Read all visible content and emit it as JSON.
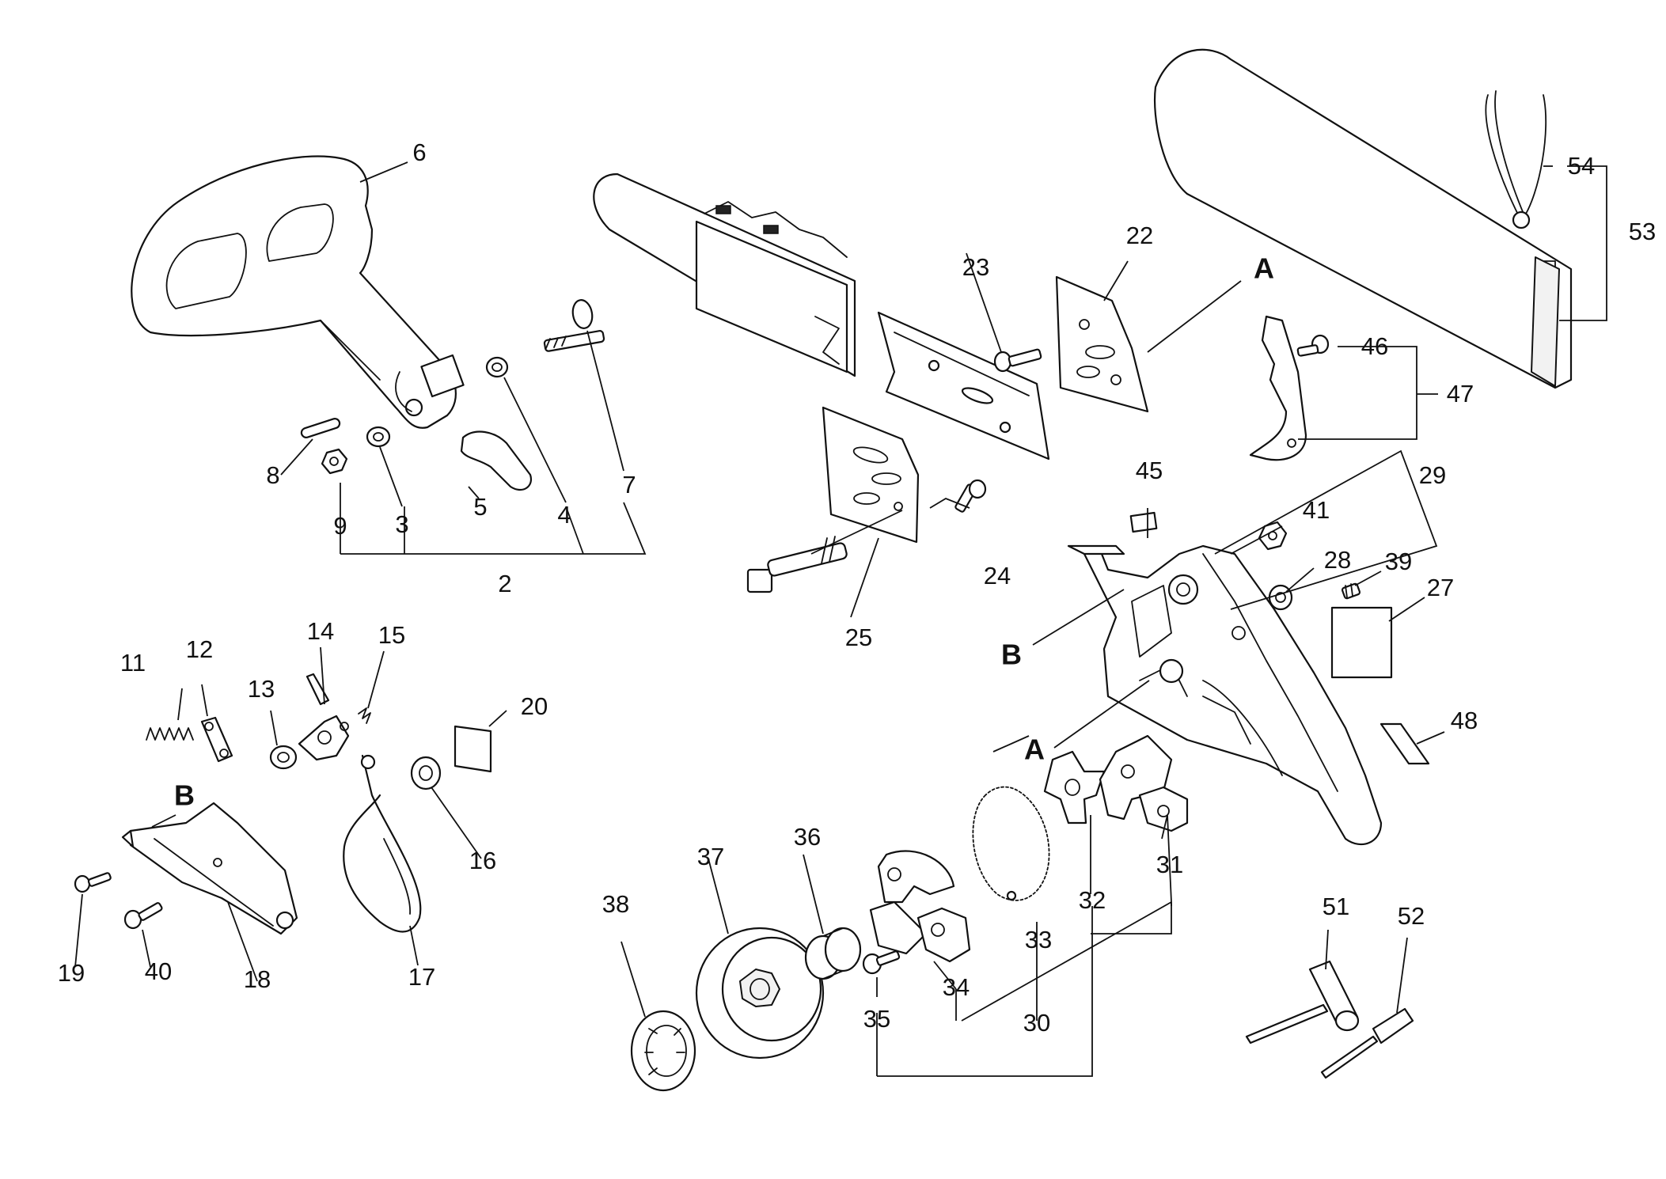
{
  "parts": [
    {
      "id": "p2",
      "label": "2"
    },
    {
      "id": "p3",
      "label": "3"
    },
    {
      "id": "p4",
      "label": "4"
    },
    {
      "id": "p5",
      "label": "5"
    },
    {
      "id": "p6",
      "label": "6"
    },
    {
      "id": "p7",
      "label": "7"
    },
    {
      "id": "p8",
      "label": "8"
    },
    {
      "id": "p9",
      "label": "9"
    },
    {
      "id": "p11",
      "label": "11"
    },
    {
      "id": "p12",
      "label": "12"
    },
    {
      "id": "p13",
      "label": "13"
    },
    {
      "id": "p14",
      "label": "14"
    },
    {
      "id": "p15",
      "label": "15"
    },
    {
      "id": "p16",
      "label": "16"
    },
    {
      "id": "p17",
      "label": "17"
    },
    {
      "id": "p18",
      "label": "18"
    },
    {
      "id": "p19",
      "label": "19"
    },
    {
      "id": "p20",
      "label": "20"
    },
    {
      "id": "p22",
      "label": "22"
    },
    {
      "id": "p23",
      "label": "23"
    },
    {
      "id": "p24",
      "label": "24"
    },
    {
      "id": "p25",
      "label": "25"
    },
    {
      "id": "p27",
      "label": "27"
    },
    {
      "id": "p28",
      "label": "28"
    },
    {
      "id": "p29",
      "label": "29"
    },
    {
      "id": "p30",
      "label": "30"
    },
    {
      "id": "p31",
      "label": "31"
    },
    {
      "id": "p32",
      "label": "32"
    },
    {
      "id": "p33",
      "label": "33"
    },
    {
      "id": "p34",
      "label": "34"
    },
    {
      "id": "p35",
      "label": "35"
    },
    {
      "id": "p36",
      "label": "36"
    },
    {
      "id": "p37",
      "label": "37"
    },
    {
      "id": "p38",
      "label": "38"
    },
    {
      "id": "p39",
      "label": "39"
    },
    {
      "id": "p40",
      "label": "40"
    },
    {
      "id": "p41",
      "label": "41"
    },
    {
      "id": "p45",
      "label": "45"
    },
    {
      "id": "p46",
      "label": "46"
    },
    {
      "id": "p47",
      "label": "47"
    },
    {
      "id": "p48",
      "label": "48"
    },
    {
      "id": "p51",
      "label": "51"
    },
    {
      "id": "p52",
      "label": "52"
    },
    {
      "id": "p53",
      "label": "53"
    },
    {
      "id": "p54",
      "label": "54"
    }
  ],
  "refs": [
    {
      "id": "ref-a-upper",
      "label": "A"
    },
    {
      "id": "ref-a-lower",
      "label": "A"
    },
    {
      "id": "ref-b-right",
      "label": "B"
    },
    {
      "id": "ref-b-left",
      "label": "B"
    }
  ]
}
